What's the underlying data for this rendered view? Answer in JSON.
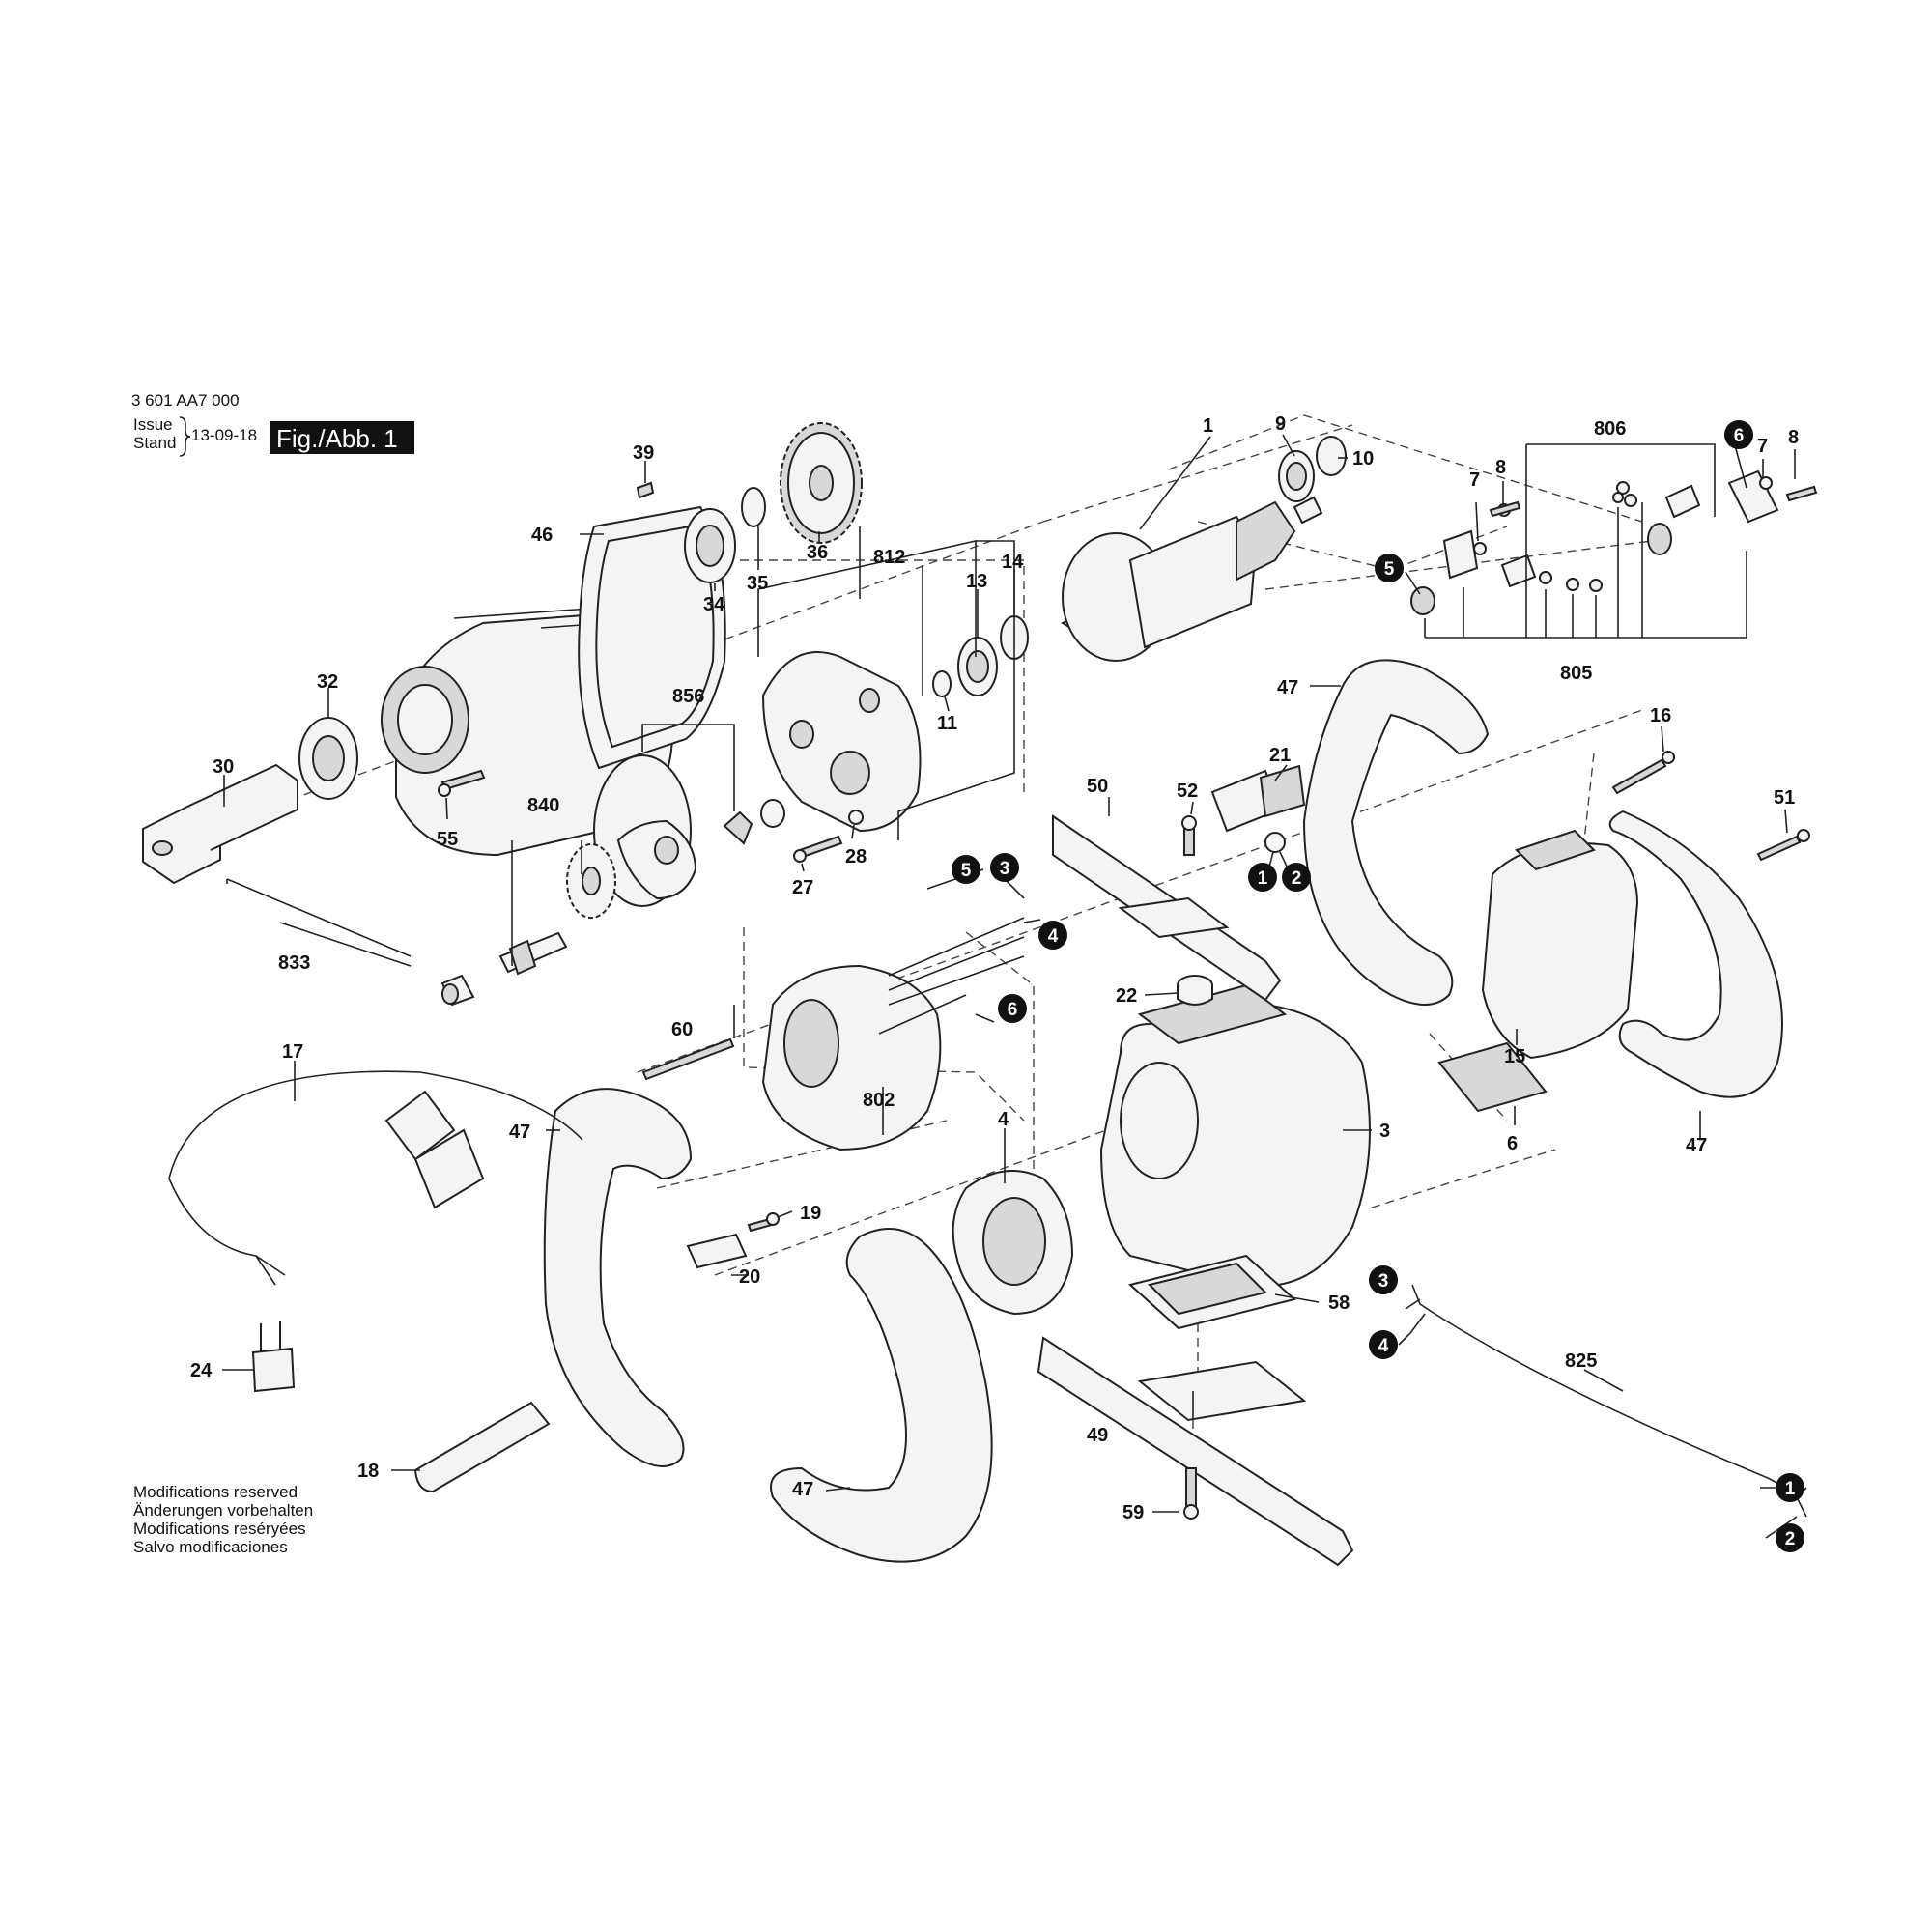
{
  "header": {
    "part_number": "3 601 AA7 000",
    "issue_label": "Issue",
    "stand_label": "Stand",
    "date": "13-09-18",
    "figure_label": "Fig./Abb. 1"
  },
  "notes": [
    "Modifications reserved",
    "Änderungen vorbehalten",
    "Modifications reséryées",
    "Salvo modificaciones"
  ],
  "labels": {
    "p1": "1",
    "p3": "3",
    "p4": "4",
    "p6": "6",
    "p7a": "7",
    "p7b": "7",
    "p8a": "8",
    "p8b": "8",
    "p9": "9",
    "p10": "10",
    "p11": "11",
    "p13": "13",
    "p14": "14",
    "p15": "15",
    "p16": "16",
    "p17": "17",
    "p18": "18",
    "p19": "19",
    "p20": "20",
    "p21": "21",
    "p22": "22",
    "p24": "24",
    "p27": "27",
    "p28": "28",
    "p30": "30",
    "p32": "32",
    "p34": "34",
    "p35": "35",
    "p36": "36",
    "p39": "39",
    "p46": "46",
    "p47a": "47",
    "p47b": "47",
    "p47c": "47",
    "p47d": "47",
    "p49": "49",
    "p50": "50",
    "p51": "51",
    "p52": "52",
    "p55": "55",
    "p58": "58",
    "p59": "59",
    "p60": "60",
    "p802": "802",
    "p805": "805",
    "p806": "806",
    "p812": "812",
    "p825": "825",
    "p833": "833",
    "p840": "840",
    "p856": "856"
  },
  "badges": {
    "b5_brush": "5",
    "b6_brush": "6",
    "b1_switch": "1",
    "b2_switch": "2",
    "b5_stator": "5",
    "b3_stator": "3",
    "b4_stator": "4",
    "b6_stator": "6",
    "b3_cable": "3",
    "b4_cable": "4",
    "b1_cable": "1",
    "b2_cable": "2"
  }
}
